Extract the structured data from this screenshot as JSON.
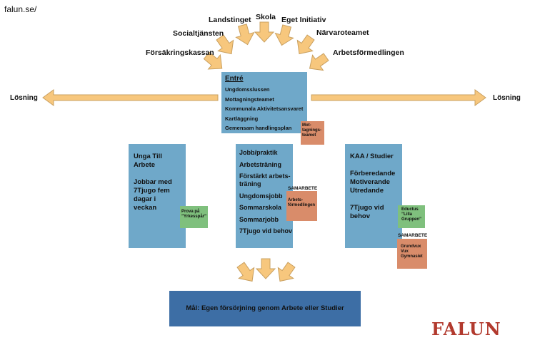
{
  "url_label": "falun.se/",
  "sources": [
    "Landstinget",
    "Skola",
    "Eget Initiativ",
    "Socialtjänsten",
    "Närvaroteamet",
    "Försäkringskassan",
    "Arbetsförmedlingen"
  ],
  "entry": {
    "title": "Entré",
    "items": [
      "Ungdomsslussen",
      "Mottagningsteamet",
      "Kommunala Aktivitetsansvaret",
      "Kartläggning",
      "Gemensam handlingsplan"
    ],
    "tag": "Mot-\ntagnings-\nteamet"
  },
  "side_left": "Lösning",
  "side_right": "Lösning",
  "col1": {
    "text": "Unga Till\nArbete\n\nJobbar med\n7Tjugo fem\ndagar i\nveckan",
    "tag": "Prova på\n”Yrkesspår”"
  },
  "col2": {
    "items": [
      "Jobb/praktik",
      "Arbetsträning",
      "Förstärkt arbets-\nträning",
      "Ungdomsjobb",
      "Sommarskola",
      "Sommarjobb",
      "7Tjugo vid behov"
    ],
    "samarbete": "SAMARBETE",
    "tag": "Arbets-\nförmedlingen"
  },
  "col3": {
    "text": "KAA / Studier\n\nFörberedande\nMotiverande\nUtredande\n\n7Tjugo vid\nbehov",
    "tag_green": "Eductus\n”Lilla\nGruppen”",
    "samarbete": "SAMARBETE",
    "tag_orange": "Grundvux\nVux\nGymnasiet"
  },
  "goal": "Mål: Egen försörjning genom Arbete eller Studier",
  "logo": "FALUN",
  "colors": {
    "arrow_fill": "#f7c77d",
    "arrow_stroke": "#c9a060",
    "box_blue": "#6fa8c9",
    "goal_blue": "#3d6ea5",
    "tag_orange": "#d98c6a",
    "tag_green": "#7fc07d",
    "logo": "#b23a2e"
  }
}
